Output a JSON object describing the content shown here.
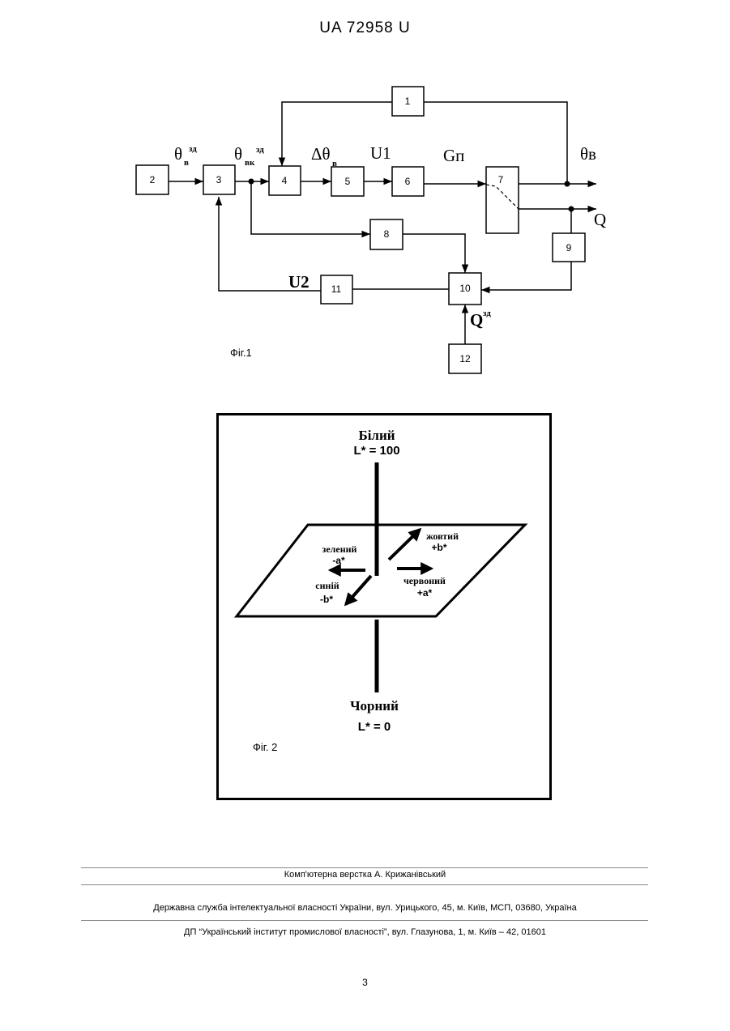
{
  "header": {
    "doc_number": "UA   72958   U"
  },
  "figure1": {
    "caption": "Фіг.1",
    "blocks": [
      "1",
      "2",
      "3",
      "4",
      "5",
      "6",
      "7",
      "8",
      "9",
      "10",
      "11",
      "12"
    ],
    "signals": {
      "theta_v": "θ",
      "theta_v_sub": "в",
      "theta_v_sup": "зд",
      "theta_vk": "θ",
      "theta_vk_sub": "вк",
      "theta_vk_sup": "зд",
      "delta_theta": "Δθ",
      "delta_theta_sub": "в",
      "u1": "U1",
      "gp": "Gп",
      "theta_out": "θв",
      "q_out": "Q",
      "u2": "U2",
      "q_set": "Q",
      "q_set_sup": "зд"
    }
  },
  "figure2": {
    "caption": "Фіг. 2",
    "white": "Білий",
    "white_value": "L* = 100",
    "black": "Чорний",
    "black_value": "L* = 0",
    "green": "зелений",
    "green_value": "-a*",
    "yellow": "жовтий",
    "yellow_value": "+b*",
    "blue": "синій",
    "blue_value": "-b*",
    "red": "червоний",
    "red_value": "+a*"
  },
  "footer": {
    "layout": "Комп'ютерна верстка А. Крижанівський",
    "service": "Державна служба інтелектуальної власності України, вул. Урицького, 45, м. Київ, МСП, 03680, Україна",
    "institute": "ДП “Український інститут промислової власності”, вул. Глазунова, 1, м. Київ – 42, 01601",
    "page_number": "3"
  }
}
